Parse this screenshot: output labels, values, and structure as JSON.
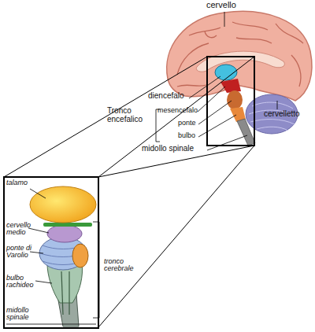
{
  "diagram": {
    "labels": [
      "cervello",
      "diencefalo",
      "Tronco encefalico",
      "mesencefalo",
      "ponte",
      "bulbo",
      "midollo spinale",
      "cervelletto",
      "talamo",
      "cervello medio",
      "ponte di Varolio",
      "bulbo rachideo",
      "midollo spinale",
      "tronco cerebrale"
    ]
  }
}
